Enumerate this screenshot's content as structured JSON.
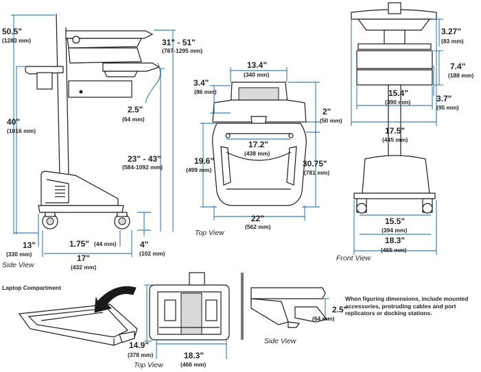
{
  "side_view": {
    "caption": "Side View",
    "overall_height": {
      "inch": "50.5\"",
      "mm": "(1283 mm)"
    },
    "worksurface_height": {
      "inch": "40\"",
      "mm": "(1016 mm)"
    },
    "keyboard_range": {
      "inch": "31\" - 51\"",
      "mm": "(787-1295 mm)"
    },
    "keyboard_tilt": {
      "inch": "2.5\"",
      "mm": "(64 mm)"
    },
    "handle_range": {
      "inch": "23\" - 43\"",
      "mm": "(584-1092 mm)"
    },
    "rear_depth": {
      "inch": "13\"",
      "mm": "(330 mm)"
    },
    "wheel_offset": {
      "inch": "1.75\"",
      "mm": "(44 mm)"
    },
    "base_depth": {
      "inch": "17\"",
      "mm": "(432 mm)"
    },
    "base_height": {
      "inch": "4\"",
      "mm": "(102 mm)"
    }
  },
  "top_view": {
    "caption": "Top View",
    "screen_width": {
      "inch": "13.4\"",
      "mm": "(340 mm)"
    },
    "screen_depth": {
      "inch": "3.4\"",
      "mm": "(86 mm)"
    },
    "tray_depth": {
      "inch": "2\"",
      "mm": "(50 mm)"
    },
    "tray_width": {
      "inch": "17.2\"",
      "mm": "(438 mm)"
    },
    "base_length": {
      "inch": "19.6\"",
      "mm": "(499 mm)"
    },
    "overall_length": {
      "inch": "30.75\"",
      "mm": "(781 mm)"
    },
    "base_width": {
      "inch": "22\"",
      "mm": "(562 mm)"
    }
  },
  "front_view": {
    "caption": "Front View",
    "monitor_offset": {
      "inch": "3.27\"",
      "mm": "(83 mm)"
    },
    "drawer_height": {
      "inch": "7.4\"",
      "mm": "(188 mm)"
    },
    "drawer_width": {
      "inch": "15.4\"",
      "mm": "(390 mm)"
    },
    "tray_gap": {
      "inch": "3.7\"",
      "mm": "(95 mm)"
    },
    "worksurface_width": {
      "inch": "17.5\"",
      "mm": "(445 mm)"
    },
    "caster_span": {
      "inch": "15.5\"",
      "mm": "(394 mm)"
    },
    "base_width": {
      "inch": "18.3\"",
      "mm": "(465 mm)"
    }
  },
  "laptop": {
    "title": "Laptop Compartment",
    "top_caption": "Top View",
    "side_caption": "Side View",
    "depth": {
      "inch": "14.9\"",
      "mm": "(378 mm)"
    },
    "width": {
      "inch": "18.3\"",
      "mm": "(466 mm)"
    },
    "height": {
      "inch": "2.5\"",
      "mm": "(64 mm)"
    },
    "note": "When figuring dimensions, include mounted accessories, protruding cables and port replicators or docking stations."
  },
  "colors": {
    "dimension_line": "#0b5fa0",
    "outline": "#1a1a1a"
  }
}
